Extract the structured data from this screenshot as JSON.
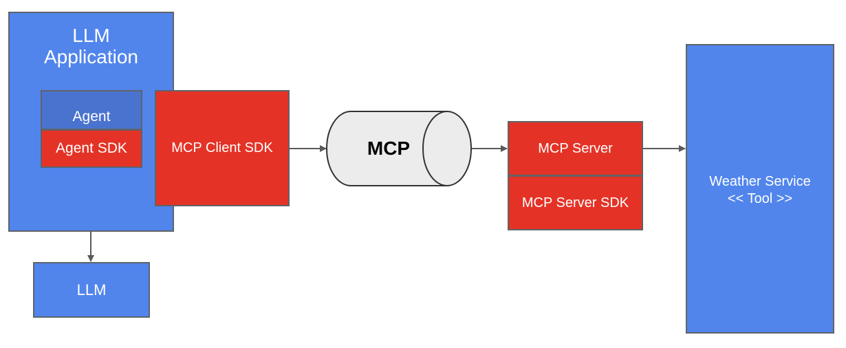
{
  "diagram": {
    "llm_application": {
      "title_line1": "LLM",
      "title_line2": "Application"
    },
    "agent": "Agent",
    "agent_sdk": "Agent SDK",
    "mcp_client_sdk": "MCP Client SDK",
    "mcp_transport": "MCP",
    "mcp_server": "MCP Server",
    "mcp_server_sdk": "MCP Server SDK",
    "weather_service_line1": "Weather Service",
    "weather_service_line2": "<< Tool >>",
    "llm": "LLM"
  },
  "colors": {
    "blue": "#5185ec",
    "blue_dark": "#4a73cf",
    "red": "#e43326",
    "cylinder_fill": "#ececec",
    "arrow": "#595959"
  }
}
